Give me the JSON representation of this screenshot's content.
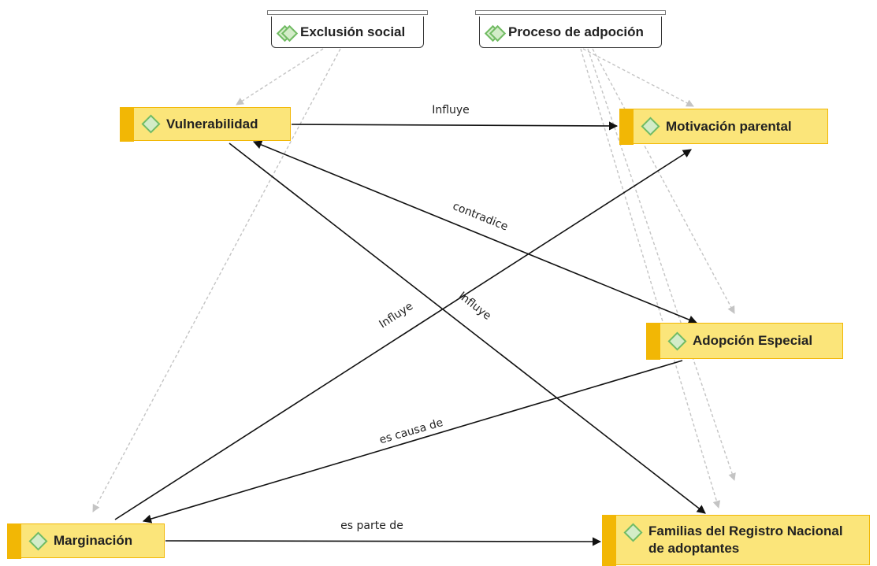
{
  "nodes": {
    "exclusion": {
      "label": "Exclusión social",
      "icon": "group-diamond-icon"
    },
    "proceso": {
      "label": "Proceso de adpoción",
      "icon": "group-diamond-icon"
    },
    "vulnerabilidad": {
      "label": "Vulnerabilidad",
      "icon": "code-diamond-icon"
    },
    "motivacion": {
      "label": "Motivación parental",
      "icon": "code-diamond-icon"
    },
    "adopcion": {
      "label": "Adopción Especial",
      "icon": "code-diamond-icon"
    },
    "marginacion": {
      "label": "Marginación",
      "icon": "code-diamond-icon"
    },
    "familias": {
      "label_line1": "Familias del Registro Nacional",
      "label_line2": "de adoptantes",
      "icon": "code-diamond-icon"
    }
  },
  "relations": [
    {
      "from": "Vulnerabilidad",
      "to": "Motivación parental",
      "label": "Influye"
    },
    {
      "from": "Vulnerabilidad",
      "to": "Adopción Especial",
      "label": "contradice"
    },
    {
      "from": "Marginación",
      "to": "Motivación parental",
      "label": "Influye"
    },
    {
      "from": "Vulnerabilidad",
      "to": "Familias del Registro Nacional de adoptantes",
      "label": "Influye"
    },
    {
      "from": "Adopción Especial",
      "to": "Marginación",
      "label": "es causa de"
    },
    {
      "from": "Marginación",
      "to": "Familias del Registro Nacional de adoptantes",
      "label": "es parte de"
    }
  ],
  "colors": {
    "code_fill": "#fbe57a",
    "code_border": "#f2b705",
    "icon_green": "#71bb63",
    "edge": "#111111",
    "group_edge": "#bbbbbb"
  }
}
